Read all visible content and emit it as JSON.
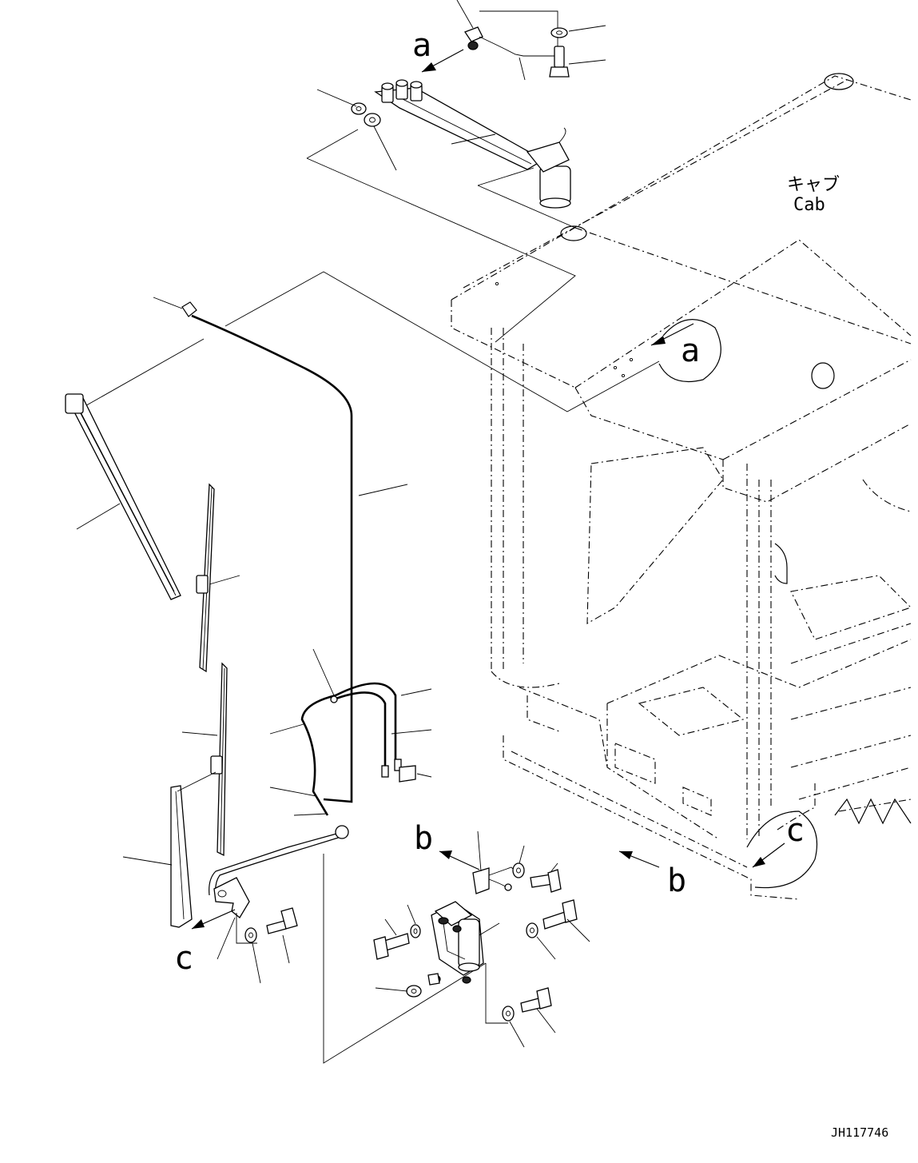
{
  "labels": {
    "cab_jp": "キャブ",
    "cab_en": "Cab",
    "a_top": "a",
    "a_circle": "a",
    "b_left": "b",
    "b_right": "b",
    "c_left": "c",
    "c_right": "c",
    "drawing_code": "JH117746"
  }
}
